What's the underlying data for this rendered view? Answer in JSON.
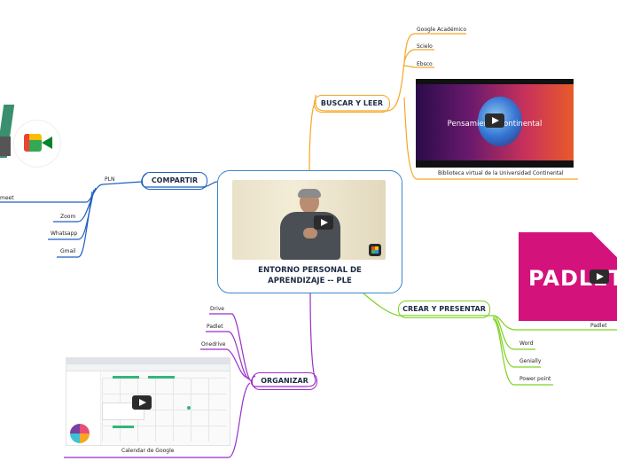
{
  "central": {
    "title_line1": "ENTORNO PERSONAL DE",
    "title_line2": "APRENDIZAJE -- PLE"
  },
  "topics": {
    "buscar": "BUSCAR Y LEER",
    "compartir": "COMPARTIR",
    "crear": "CREAR Y PRESENTAR",
    "organizar": "ORGANIZAR"
  },
  "buscar_items": [
    "Google Académico",
    "Scielo",
    "Ebsco"
  ],
  "buscar_video": {
    "text": "Pensamiento Continental",
    "caption": "Biblioteca virtual de la Universidad Continental"
  },
  "compartir_sub": "PLN",
  "compartir_items": [
    "meet",
    "Zoom",
    "Whatsapp",
    "Gmail"
  ],
  "crear_image": {
    "logo_text": "PADLET",
    "caption": "Padlet"
  },
  "crear_items": [
    "Word",
    "Genially",
    "Power point"
  ],
  "organizar_items": [
    "Drive",
    "Padlet",
    "Onedrive"
  ],
  "organizar_image": {
    "caption": "Calendar de Google"
  },
  "colors": {
    "buscar": "#f5a623",
    "compartir": "#1f5fbf",
    "crear": "#7ed321",
    "organizar": "#9b2fc9",
    "central": "#3a86c8",
    "padlet": "#d4127b"
  }
}
